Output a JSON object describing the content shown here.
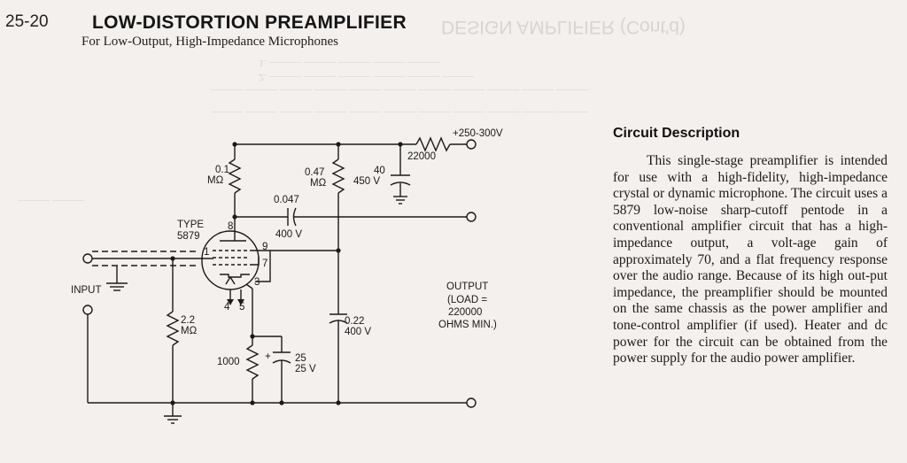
{
  "page_number": "25-20",
  "title": "LOW-DISTORTION PREAMPLIFIER",
  "subtitle": "For Low-Output, High-Impedance Microphones",
  "schematic": {
    "supply_label": "+250-300V",
    "r_supply_value": "22000",
    "r_plate_value": "0.1",
    "r_plate_unit": "MΩ",
    "r_screen_value": "0.47",
    "r_screen_unit": "MΩ",
    "c_filter_value": "40",
    "c_filter_voltage": "450 V",
    "c_coupling_value": "0.047",
    "c_coupling_voltage": "400 V",
    "tube_type_label": "TYPE",
    "tube_type_number": "5879",
    "pin_8": "8",
    "pin_9": "9",
    "pin_1": "1",
    "pin_7": "7",
    "pin_3": "3",
    "pin_4": "4",
    "pin_5": "5",
    "input_label": "INPUT",
    "r_grid_value": "2.2",
    "r_grid_unit": "MΩ",
    "c_screen_value": "0.22",
    "c_screen_voltage": "400 V",
    "r_cathode_value": "1000",
    "c_cathode_value": "25",
    "c_cathode_voltage": "25 V",
    "output_label": "OUTPUT",
    "output_load_line1": "(LOAD =",
    "output_load_line2": "220000",
    "output_load_line3": "OHMS MIN.)"
  },
  "circuit_description": {
    "heading": "Circuit Description",
    "body": "This single-stage preamplifier is intended for use with a high-fidelity, high-impedance crystal or dynamic microphone. The circuit uses a 5879 low-noise sharp-cutoff pentode in a conventional amplifier circuit that has a high-impedance output, a volt-age gain of approximately 70, and a flat frequency response over the audio range. Because of its high out-put impedance, the preamplifier should be mounted on the same chassis as the power amplifier and tone-control amplifier (if used). Heater and dc power for the circuit can be obtained from the power supply for the audio power amplifier."
  }
}
